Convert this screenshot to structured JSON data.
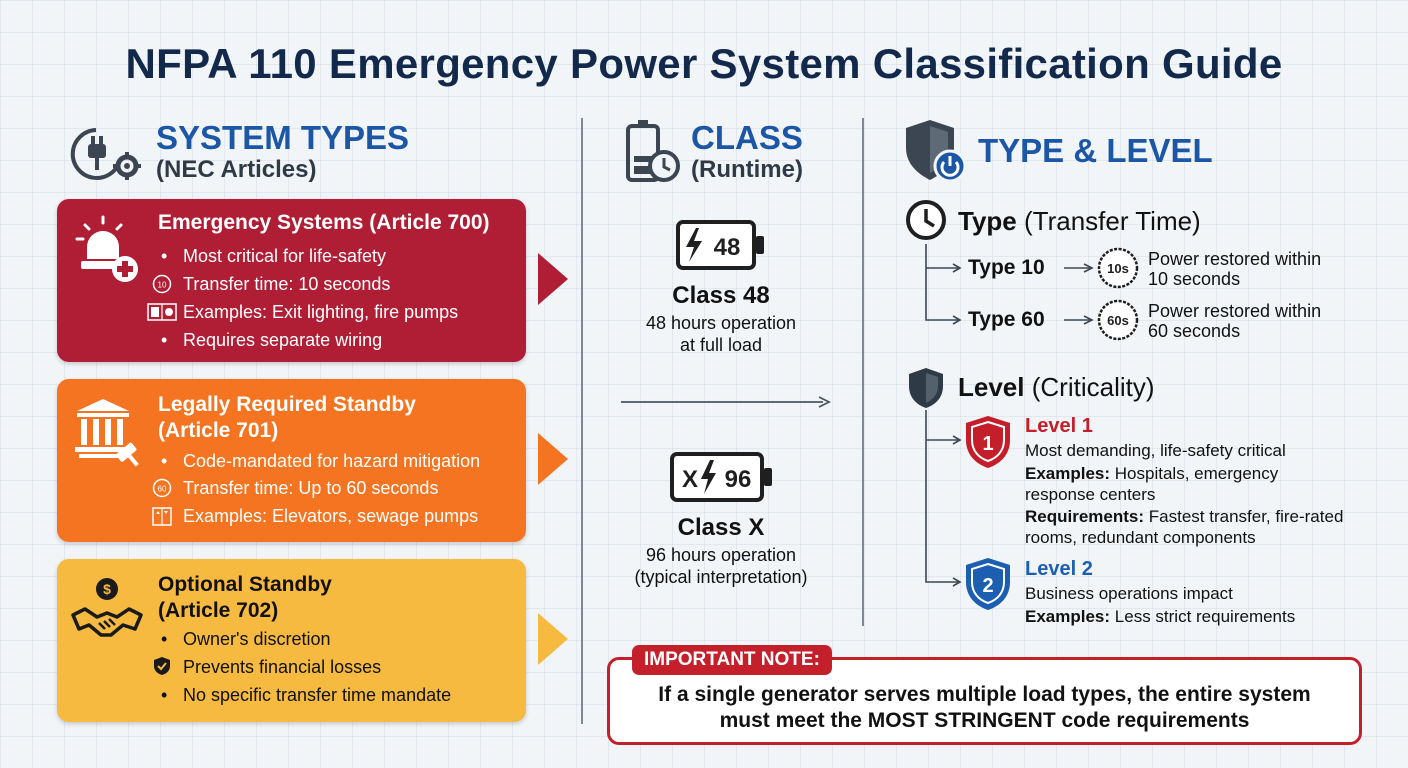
{
  "title": "NFPA 110 Emergency Power System Classification Guide",
  "system_types": {
    "heading": "SYSTEM TYPES",
    "subheading": "(NEC Articles)",
    "cards": [
      {
        "title": "Emergency Systems (Article 700)",
        "lines": [
          "Most critical for life-safety",
          "Transfer time: 10 seconds",
          "Examples: Exit lighting, fire pumps",
          "Requires separate wiring"
        ],
        "timer_badge": "10",
        "color": "#b01e35"
      },
      {
        "title_line1": "Legally Required Standby",
        "title_line2": "(Article 701)",
        "lines": [
          "Code-mandated for hazard mitigation",
          "Transfer time: Up to 60 seconds",
          "Examples: Elevators, sewage pumps"
        ],
        "timer_badge": "60",
        "color": "#f47421"
      },
      {
        "title_line1": "Optional Standby",
        "title_line2": "(Article 702)",
        "lines": [
          "Owner's discretion",
          "Prevents financial losses",
          "No specific transfer time mandate"
        ],
        "color": "#f5ba3f"
      }
    ]
  },
  "class_column": {
    "heading": "CLASS",
    "subheading": "(Runtime)",
    "items": [
      {
        "battery_label": "48",
        "name": "Class 48",
        "desc_line1": "48 hours operation",
        "desc_line2": "at full load"
      },
      {
        "battery_prefix": "X",
        "battery_label": "96",
        "name": "Class X",
        "desc_line1": "96 hours operation",
        "desc_line2": "(typical interpretation)"
      }
    ]
  },
  "type_level": {
    "heading": "TYPE & LEVEL",
    "type_head_bold": "Type",
    "type_head_rest": "(Transfer Time)",
    "types": [
      {
        "label": "Type 10",
        "badge": "10s",
        "desc_line1": "Power restored within",
        "desc_line2": "10 seconds"
      },
      {
        "label": "Type 60",
        "badge": "60s",
        "desc_line1": "Power restored within",
        "desc_line2": "60 seconds"
      }
    ],
    "level_head_bold": "Level",
    "level_head_rest": "(Criticality)",
    "levels": [
      {
        "badge": "1",
        "title": "Level 1",
        "desc": "Most demanding, life-safety critical",
        "examples_label": "Examples:",
        "examples_line1": "Hospitals, emergency",
        "examples_line2": "response centers",
        "req_label": "Requirements:",
        "req_line1": "Fastest transfer, fire-rated",
        "req_line2": "rooms, redundant components",
        "color": "#c41e2a"
      },
      {
        "badge": "2",
        "title": "Level 2",
        "desc": "Business operations impact",
        "examples_label": "Examples:",
        "examples_line1": "Less strict requirements",
        "color": "#1c5fb0"
      }
    ]
  },
  "note": {
    "tag": "IMPORTANT NOTE:",
    "line1": "If a single generator serves multiple load types, the entire system",
    "line2": "must meet the MOST STRINGENT code requirements"
  },
  "colors": {
    "navy": "#13294b",
    "accent_blue": "#1b57a6",
    "alert_red": "#c3202b"
  }
}
